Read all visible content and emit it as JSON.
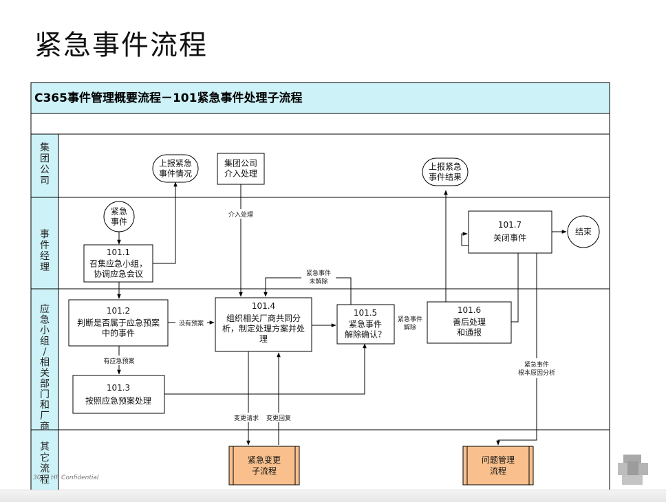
{
  "page": {
    "title": "紧急事件流程",
    "confidential": "HP Confidential",
    "slide_number": "30"
  },
  "diagram": {
    "header": "C365事件管理概要流程－101紧急事件处理子流程",
    "lanes": [
      {
        "label": "集团公司"
      },
      {
        "label": "事件经理"
      },
      {
        "label": "应急小组/相关部门和厂商"
      },
      {
        "label": "其它流程"
      }
    ],
    "nodes": {
      "report_situation": {
        "lines": [
          "上报紧急",
          "事件情况"
        ]
      },
      "group_intervene": {
        "lines": [
          "集团公司",
          "介入处理"
        ]
      },
      "report_result": {
        "lines": [
          "上报紧急",
          "事件结果"
        ]
      },
      "urgent_event": {
        "lines": [
          "紧急",
          "事件"
        ]
      },
      "n101_1": {
        "id": "101.1",
        "lines": [
          "召集应急小组，",
          "协调应急会议"
        ]
      },
      "n101_7": {
        "id": "101.7",
        "lines": [
          "关闭事件"
        ]
      },
      "end": {
        "lines": [
          "结束"
        ]
      },
      "n101_2": {
        "id": "101.2",
        "lines": [
          "判断是否属于应急预案",
          "中的事件"
        ]
      },
      "n101_4": {
        "id": "101.4",
        "lines": [
          "组织相关厂商共同分",
          "析，制定处理方案并处",
          "理"
        ]
      },
      "n101_5": {
        "id": "101.5",
        "lines": [
          "紧急事件",
          "解除确认？"
        ]
      },
      "n101_6": {
        "id": "101.6",
        "lines": [
          "善后处理",
          "和通报"
        ]
      },
      "n101_3": {
        "id": "101.3",
        "lines": [
          "按照应急预案处理"
        ]
      },
      "emergency_change": {
        "lines": [
          "紧急变更",
          "子流程"
        ]
      },
      "problem_mgmt": {
        "lines": [
          "问题管理",
          "流程"
        ]
      }
    },
    "edge_labels": {
      "intervene": {
        "lines": [
          "介入处理"
        ]
      },
      "not_resolved": {
        "lines": [
          "紧急事件",
          "未解除"
        ]
      },
      "no_plan": {
        "lines": [
          "没有预案"
        ]
      },
      "has_plan": {
        "lines": [
          "有应急预案"
        ]
      },
      "resolved": {
        "lines": [
          "紧急事件",
          "解除"
        ]
      },
      "root_cause": {
        "lines": [
          "紧急事件",
          "根本原因分析"
        ]
      },
      "change_request": {
        "lines": [
          "变更请求"
        ]
      },
      "change_reply": {
        "lines": [
          "变更回复"
        ]
      }
    }
  },
  "colors": {
    "header_fill": "#cdf2f8",
    "lane_label_fill": "#cdf2f8",
    "subprocess_fill": "#f9c08e"
  }
}
